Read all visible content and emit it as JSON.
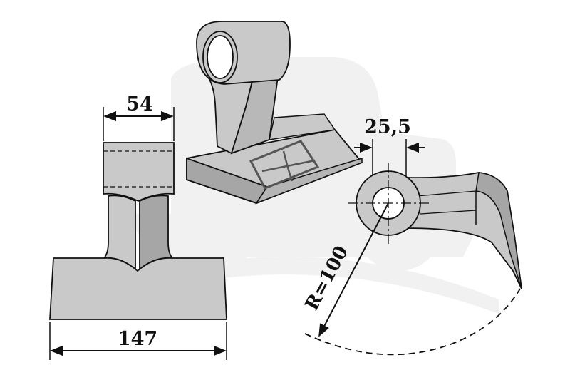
{
  "dimensions": {
    "top_width": "54",
    "bottom_width": "147",
    "hole_diameter": "25,5",
    "radius": "R=100"
  },
  "colors": {
    "metal_fill": "#c9c9c9",
    "metal_dark": "#a6a6a6",
    "line": "#111111",
    "watermark": "#f1f1f1"
  }
}
